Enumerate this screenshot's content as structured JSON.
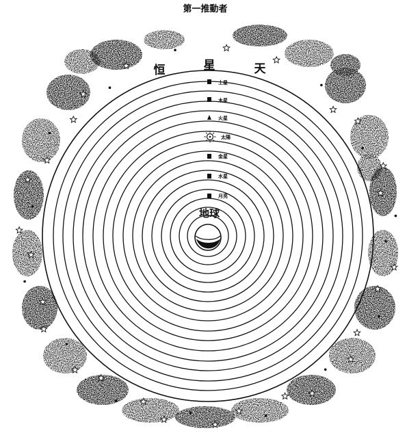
{
  "title": "第一推動者",
  "fixed_stars": [
    "恒",
    "星",
    "天"
  ],
  "earth_label": "地球",
  "sphere_labels": [
    "土星",
    "木星",
    "火星",
    "太陽",
    "金星",
    "水星",
    "月亮"
  ],
  "colors": {
    "ink": "#111111",
    "paper": "#ffffff",
    "cloud": "#2a2a2a"
  },
  "icons": {
    "sun": "sun-icon",
    "star": "star-icon",
    "earth": "earth-globe-icon",
    "cloud": "cloud-stipple-icon"
  }
}
